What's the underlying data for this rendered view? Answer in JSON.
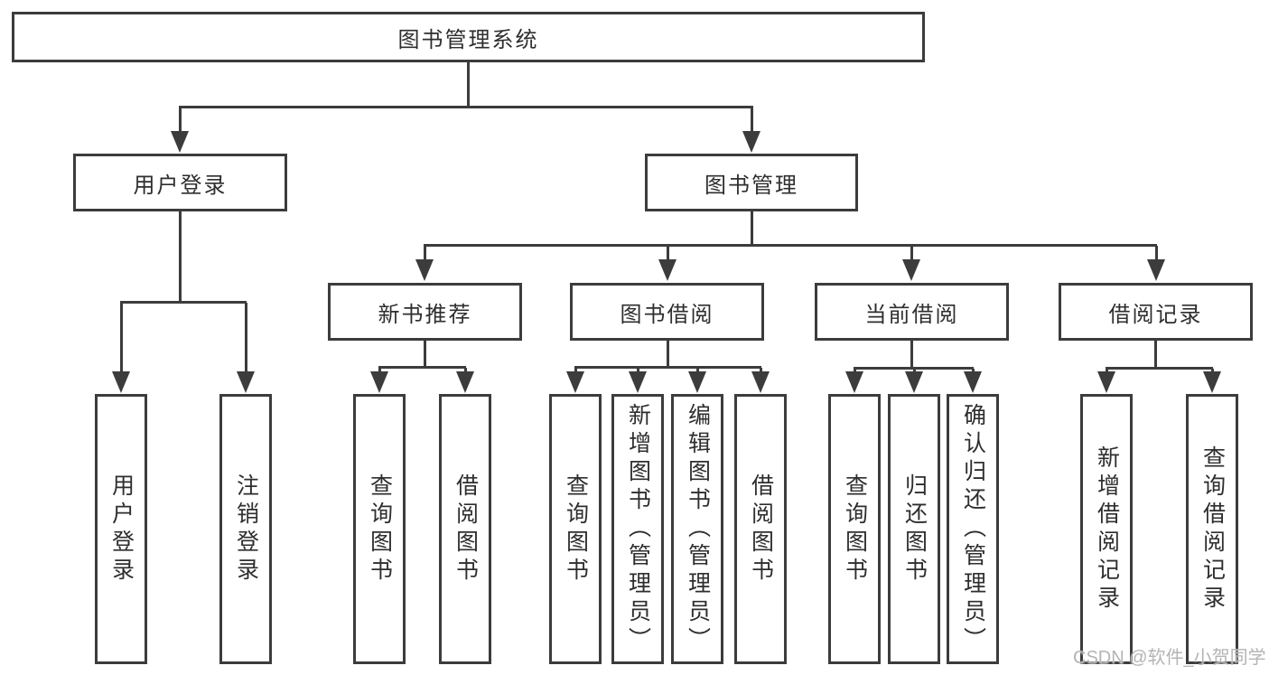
{
  "colors": {
    "line": "#3c3c3c",
    "text": "#2e2e2e",
    "background": "#ffffff",
    "watermark_text": "#b4b4b4"
  },
  "tree": {
    "label": "图书管理系统",
    "children": [
      {
        "label": "用户登录",
        "children": [
          {
            "label": "用户登录"
          },
          {
            "label": "注销登录"
          }
        ]
      },
      {
        "label": "图书管理",
        "children": [
          {
            "label": "新书推荐",
            "children": [
              {
                "label": "查询图书"
              },
              {
                "label": "借阅图书"
              }
            ]
          },
          {
            "label": "图书借阅",
            "children": [
              {
                "label": "查询图书"
              },
              {
                "label": "新增图书（管理员）"
              },
              {
                "label": "编辑图书（管理员）"
              },
              {
                "label": "借阅图书"
              }
            ]
          },
          {
            "label": "当前借阅",
            "children": [
              {
                "label": "查询图书"
              },
              {
                "label": "归还图书"
              },
              {
                "label": "确认归还（管理员）"
              }
            ]
          },
          {
            "label": "借阅记录",
            "children": [
              {
                "label": "新增借阅记录"
              },
              {
                "label": "查询借阅记录"
              }
            ]
          }
        ]
      }
    ]
  },
  "watermark": {
    "text": "CSDN @软件_小贺同学"
  }
}
